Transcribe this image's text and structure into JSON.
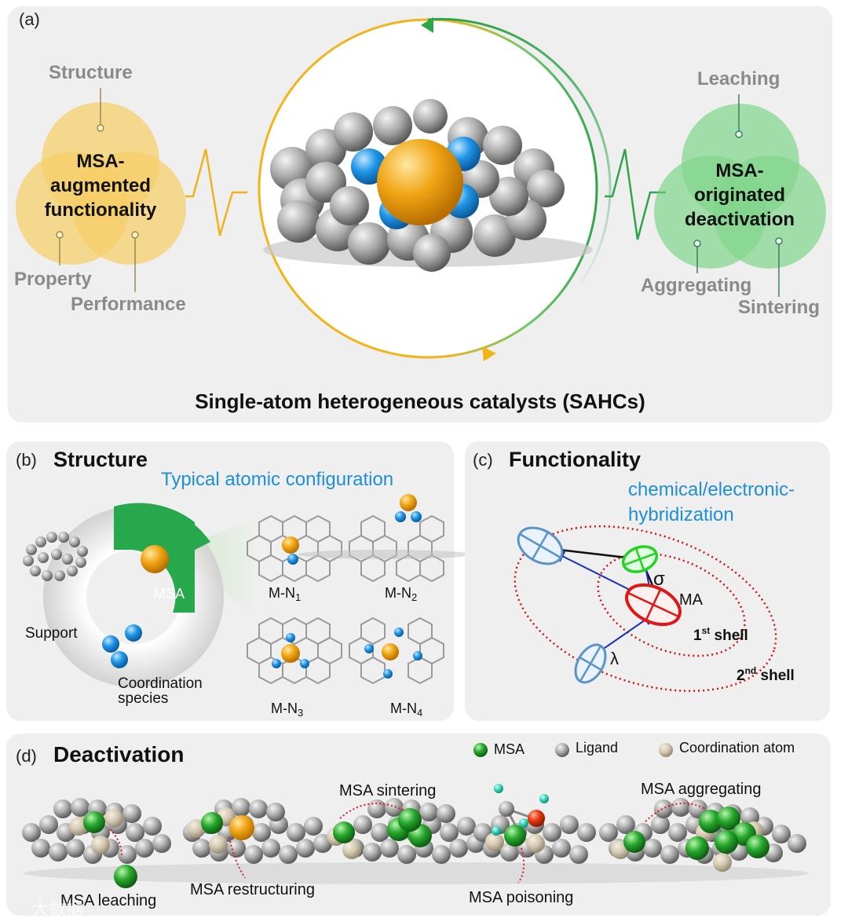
{
  "panel_a": {
    "label": "(a)",
    "left_cluster": {
      "center": "MSA-\naugmented\nfunctionality",
      "top": "Structure",
      "bl": "Property",
      "br": "Performance",
      "color": "#f6c33f"
    },
    "right_cluster": {
      "center": "MSA-\noriginated\ndeactivation",
      "top": "Leaching",
      "bl": "Aggregating",
      "br": "Sintering",
      "color": "#6dd17a"
    },
    "caption": "Single-atom heterogeneous catalysts (SAHCs)"
  },
  "panel_b": {
    "label": "(b)",
    "title": "Structure",
    "subtitle": "Typical atomic configuration",
    "msa": "MSA",
    "support": "Support",
    "coord_line1": "Coordination",
    "coord_line2": "species",
    "configs": [
      "M-N",
      "M-N",
      "M-N",
      "M-N"
    ],
    "config_subs": [
      "1",
      "2",
      "3",
      "4"
    ]
  },
  "panel_c": {
    "label": "(c)",
    "title": "Functionality",
    "subtitle1": "chemical/electronic-",
    "subtitle2": "hybridization",
    "sigma": "σ",
    "lambda": "λ",
    "ma": "MA",
    "shell1_num": "1",
    "shell1_sup": "st",
    "shell1_word": " shell",
    "shell2_num": "2",
    "shell2_sup": "nd",
    "shell2_word": " shell"
  },
  "panel_d": {
    "label": "(d)",
    "title": "Deactivation",
    "legend": [
      "MSA",
      "Ligand",
      "Coordination atom"
    ],
    "processes": [
      "MSA sintering",
      "MSA aggregating",
      "MSA leaching",
      "MSA restructuring",
      "MSA poisoning"
    ]
  },
  "watermark": "大数据"
}
